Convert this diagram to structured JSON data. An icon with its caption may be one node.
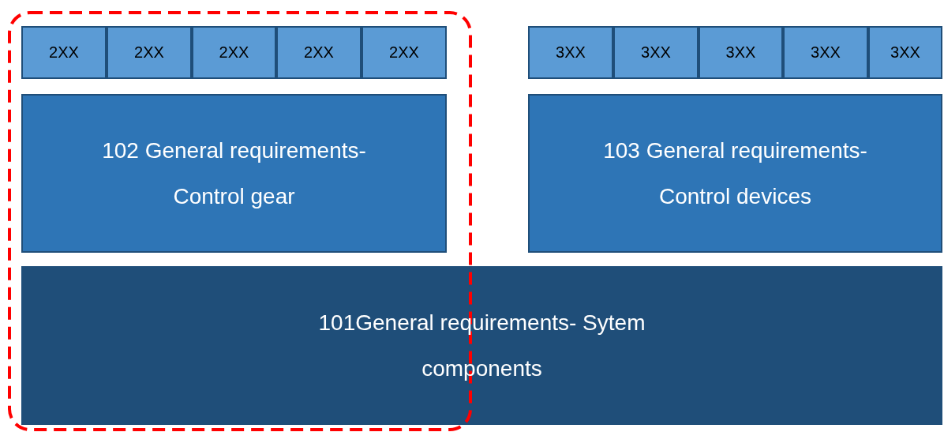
{
  "diagram": {
    "nodes": [
      {
        "text": [
          "2XX"
        ]
      },
      {
        "text": [
          "2XX"
        ]
      },
      {
        "text": [
          "2XX"
        ]
      },
      {
        "text": [
          "2XX"
        ]
      },
      {
        "text": [
          "2XX"
        ]
      },
      {
        "text": [
          "3XX"
        ]
      },
      {
        "text": [
          "3XX"
        ]
      },
      {
        "text": [
          "3XX"
        ]
      },
      {
        "text": [
          "3XX"
        ]
      },
      {
        "text": [
          "3XX"
        ]
      },
      {
        "text": [
          "102 General requirements- Control gear"
        ]
      },
      {
        "text": [
          "103 General requirements- Control devices"
        ]
      },
      {
        "text": [
          "101General requirements- Sytem components"
        ]
      }
    ],
    "edges": []
  }
}
